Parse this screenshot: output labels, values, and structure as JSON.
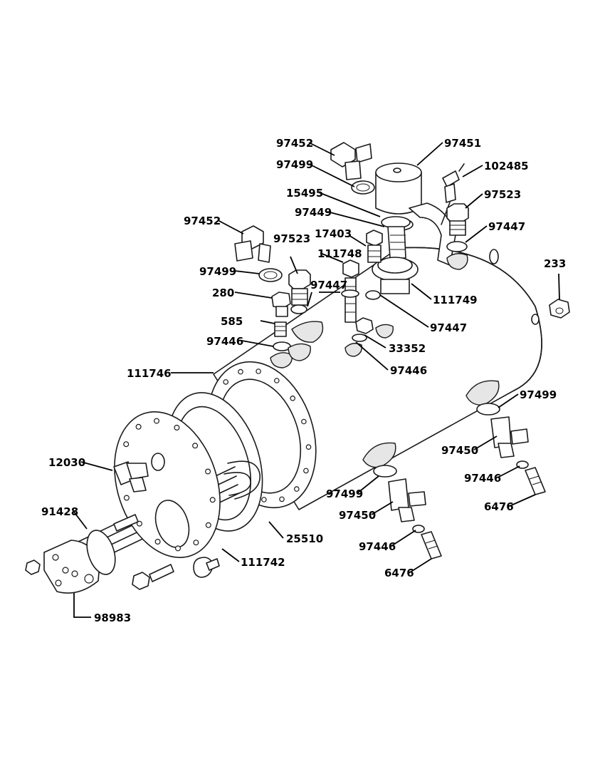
{
  "parts": [
    {
      "id": "p1",
      "number": "97452"
    },
    {
      "id": "p2",
      "number": "97451"
    },
    {
      "id": "p3",
      "number": "97499"
    },
    {
      "id": "p4",
      "number": "102485"
    },
    {
      "id": "p5",
      "number": "15495"
    },
    {
      "id": "p6",
      "number": "97523"
    },
    {
      "id": "p7",
      "number": "97449"
    },
    {
      "id": "p8",
      "number": "97447"
    },
    {
      "id": "p9",
      "number": "97452"
    },
    {
      "id": "p10",
      "number": "17403"
    },
    {
      "id": "p11",
      "number": "97523"
    },
    {
      "id": "p12",
      "number": "111748"
    },
    {
      "id": "p13",
      "number": "233"
    },
    {
      "id": "p14",
      "number": "97499"
    },
    {
      "id": "p15",
      "number": "97447"
    },
    {
      "id": "p16",
      "number": "111749"
    },
    {
      "id": "p17",
      "number": "280"
    },
    {
      "id": "p18",
      "number": "97447"
    },
    {
      "id": "p19",
      "number": "585"
    },
    {
      "id": "p20",
      "number": "33352"
    },
    {
      "id": "p21",
      "number": "97446"
    },
    {
      "id": "p22",
      "number": "97446"
    },
    {
      "id": "p23",
      "number": "111746"
    },
    {
      "id": "p24",
      "number": "97499"
    },
    {
      "id": "p25",
      "number": "97450"
    },
    {
      "id": "p26",
      "number": "12030"
    },
    {
      "id": "p27",
      "number": "97446"
    },
    {
      "id": "p28",
      "number": "6476"
    },
    {
      "id": "p29",
      "number": "97499"
    },
    {
      "id": "p30",
      "number": "91428"
    },
    {
      "id": "p31",
      "number": "97450"
    },
    {
      "id": "p32",
      "number": "25510"
    },
    {
      "id": "p33",
      "number": "97446"
    },
    {
      "id": "p34",
      "number": "111742"
    },
    {
      "id": "p35",
      "number": "6476"
    },
    {
      "id": "p36",
      "number": "98983"
    }
  ]
}
